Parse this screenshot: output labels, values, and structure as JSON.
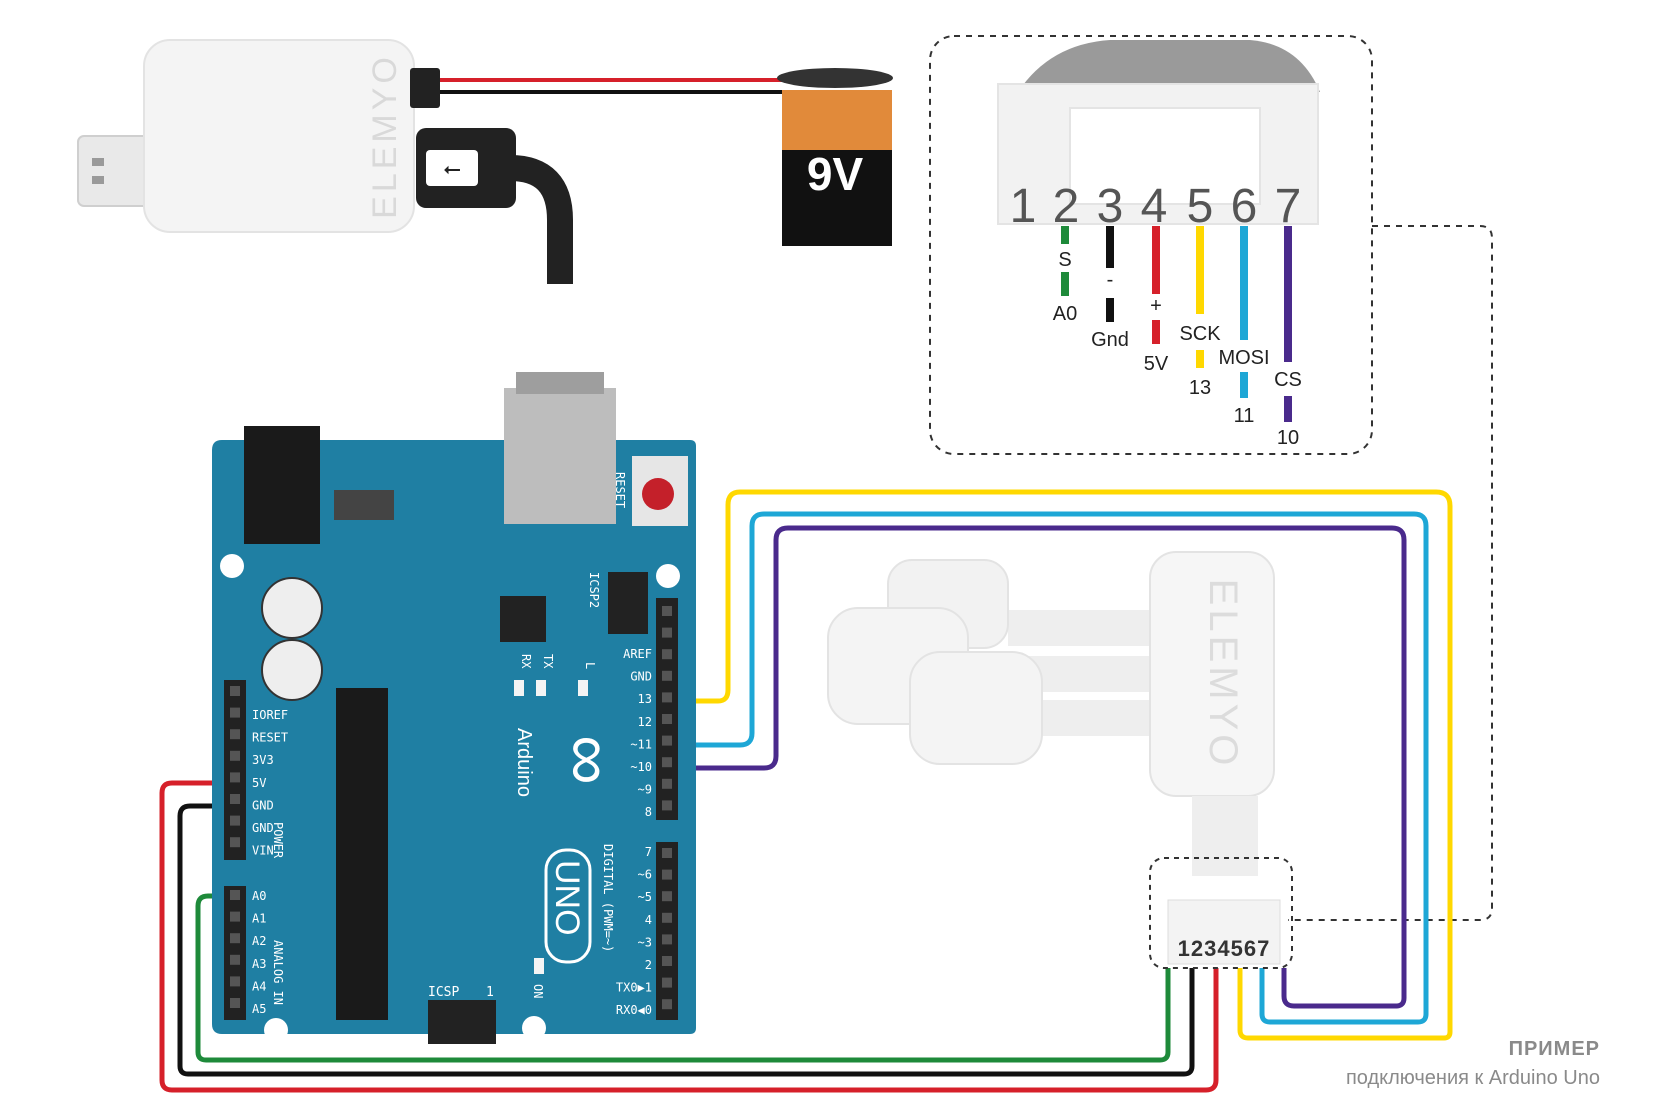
{
  "adapter": {
    "brand": "ELEMYO"
  },
  "battery": {
    "label": "9V"
  },
  "connector_top": {
    "pins": [
      "1",
      "2",
      "3",
      "4",
      "5",
      "6",
      "7"
    ],
    "signals": {
      "s": "S",
      "a0": "A0",
      "minus": "-",
      "gnd": "Gnd",
      "plus": "+",
      "v5": "5V",
      "sck": "SCK",
      "p13": "13",
      "mosi": "MOSI",
      "p11": "11",
      "cs": "CS",
      "p10": "10"
    }
  },
  "sensor": {
    "brand": "ELEMYO",
    "pins": "1234567"
  },
  "board": {
    "name": "Arduino",
    "model": "UNO",
    "reset": "RESET",
    "icsp2": "ICSP2",
    "icsp": "ICSP",
    "icsp_pin1": "1",
    "on": "ON",
    "tx": "TX",
    "rx": "RX",
    "l": "L",
    "digital": "DIGITAL (PWM=~)",
    "power": "POWER",
    "analog": "ANALOG IN",
    "top_pins": [
      "AREF",
      "GND",
      "13",
      "12",
      "~11",
      "~10",
      "~9",
      "8"
    ],
    "bottom_pins": [
      "7",
      "~6",
      "~5",
      "4",
      "~3",
      "2",
      "TX0▶1",
      "RX0◀0"
    ],
    "power_pins": [
      "IOREF",
      "RESET",
      "3V3",
      "5V",
      "GND",
      "GND",
      "VIN"
    ],
    "analog_pins": [
      "A0",
      "A1",
      "A2",
      "A3",
      "A4",
      "A5"
    ]
  },
  "caption": {
    "title": "ПРИМЕР",
    "subtitle": "подключения к Arduino Uno"
  },
  "colors": {
    "board": "#1f7fa3",
    "red": "#d6202a",
    "black": "#111111",
    "green": "#1e8a3a",
    "yellow": "#ffd800",
    "cyan": "#1ea7d6",
    "purple": "#4a2a8c",
    "battery_top": "#e18a3a"
  }
}
